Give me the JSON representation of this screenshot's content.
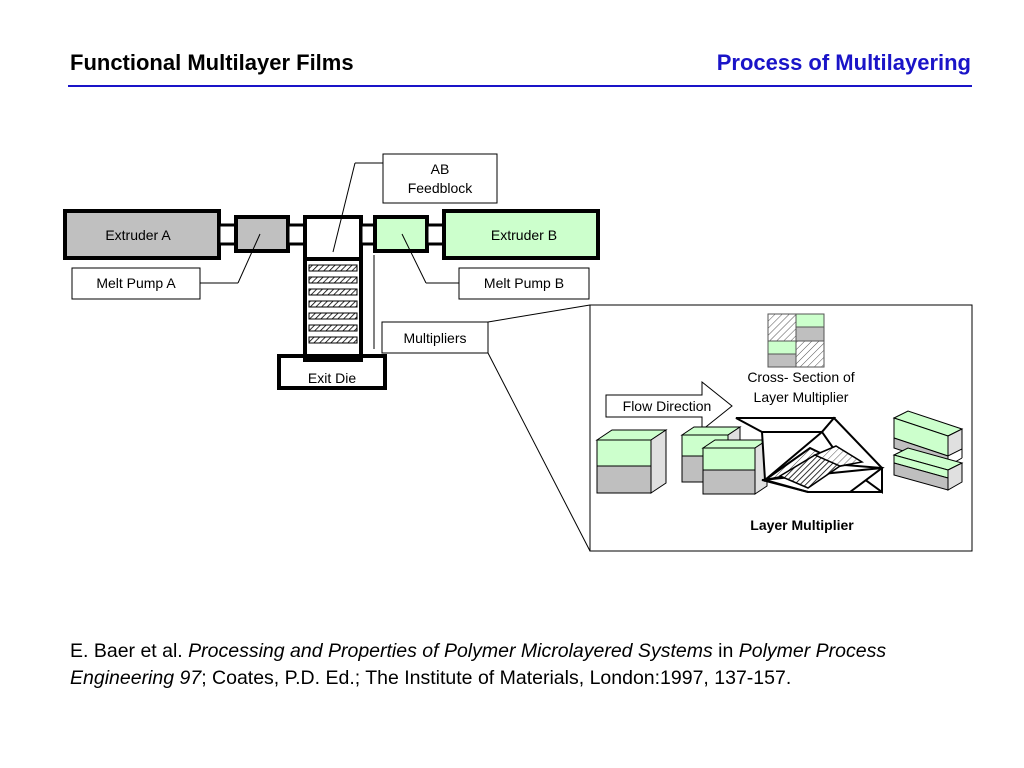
{
  "header": {
    "title": "Functional Multilayer Films",
    "section": "Process of Multilayering"
  },
  "diagram": {
    "labels": {
      "extruder_a": "Extruder A",
      "extruder_b": "Extruder B",
      "melt_pump_a": "Melt Pump A",
      "melt_pump_b": "Melt Pump B",
      "feedblock_line1": "AB",
      "feedblock_line2": "Feedblock",
      "multipliers": "Multipliers",
      "exit_die": "Exit Die",
      "cross_section_line1": "Cross- Section of",
      "cross_section_line2": "Layer Multiplier",
      "flow_direction": "Flow Direction",
      "layer_multiplier": "Layer Multiplier"
    },
    "colors": {
      "extruder_a_fill": "#c0c0c0",
      "extruder_b_fill": "#ccffcc",
      "layer_gray": "#bfbfbf",
      "layer_green": "#ccffcc"
    }
  },
  "reference": {
    "authors": "E. Baer et al.",
    "title": "Processing and Properties of Polymer Microlayered Systems",
    "connector": "in",
    "book": "Polymer Process Engineering 97",
    "rest": "; Coates, P.D. Ed.; The Institute of Materials, London:1997, 137-157."
  }
}
